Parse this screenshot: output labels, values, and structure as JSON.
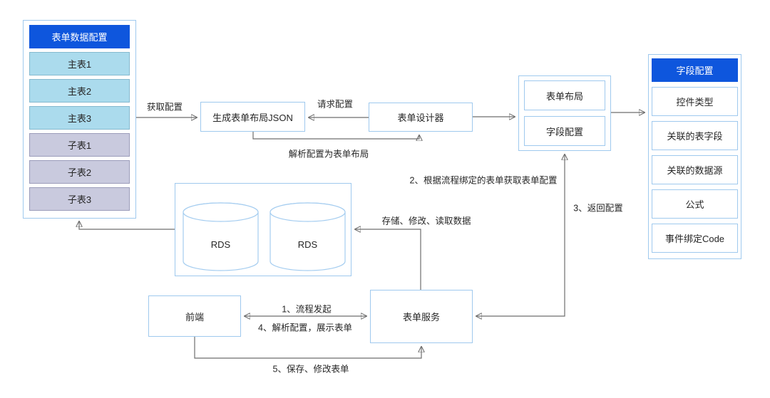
{
  "left_panel": {
    "title": "表单数据配置",
    "main_tables": [
      "主表1",
      "主表2",
      "主表3"
    ],
    "sub_tables": [
      "子表1",
      "子表2",
      "子表3"
    ]
  },
  "right_panel": {
    "title": "字段配置",
    "items": [
      "控件类型",
      "关联的表字段",
      "关联的数据源",
      "公式",
      "事件绑定Code"
    ]
  },
  "nodes": {
    "generate_layout_json": "生成表单布局JSON",
    "form_designer": "表单设计器",
    "form_layout": "表单布局",
    "field_config": "字段配置",
    "rds_left": "RDS",
    "rds_right": "RDS",
    "frontend": "前端",
    "form_service": "表单服务"
  },
  "edge_labels": {
    "get_config": "获取配置",
    "request_config": "请求配置",
    "parse_to_layout": "解析配置为表单布局",
    "step2_fetch_config": "2、根据流程绑定的表单获取表单配置",
    "step3_return_config": "3、返回配置",
    "store_modify_read": "存储、修改、读取数据",
    "step1_process_start": "1、流程发起",
    "step4_parse_show": "4、解析配置，展示表单",
    "step5_save_modify": "5、保存、修改表单"
  },
  "colors": {
    "header_bg": "#0e56dd",
    "header_text": "#ffffff",
    "container_border": "#9fc9ee",
    "main_table_bg": "#abdbed",
    "main_table_border": "#85b9cf",
    "sub_table_bg": "#c9cade",
    "sub_table_border": "#9b9cba",
    "wire": "#6e6e6e",
    "arrowhead": "#3a3a3a",
    "text": "#262626"
  }
}
